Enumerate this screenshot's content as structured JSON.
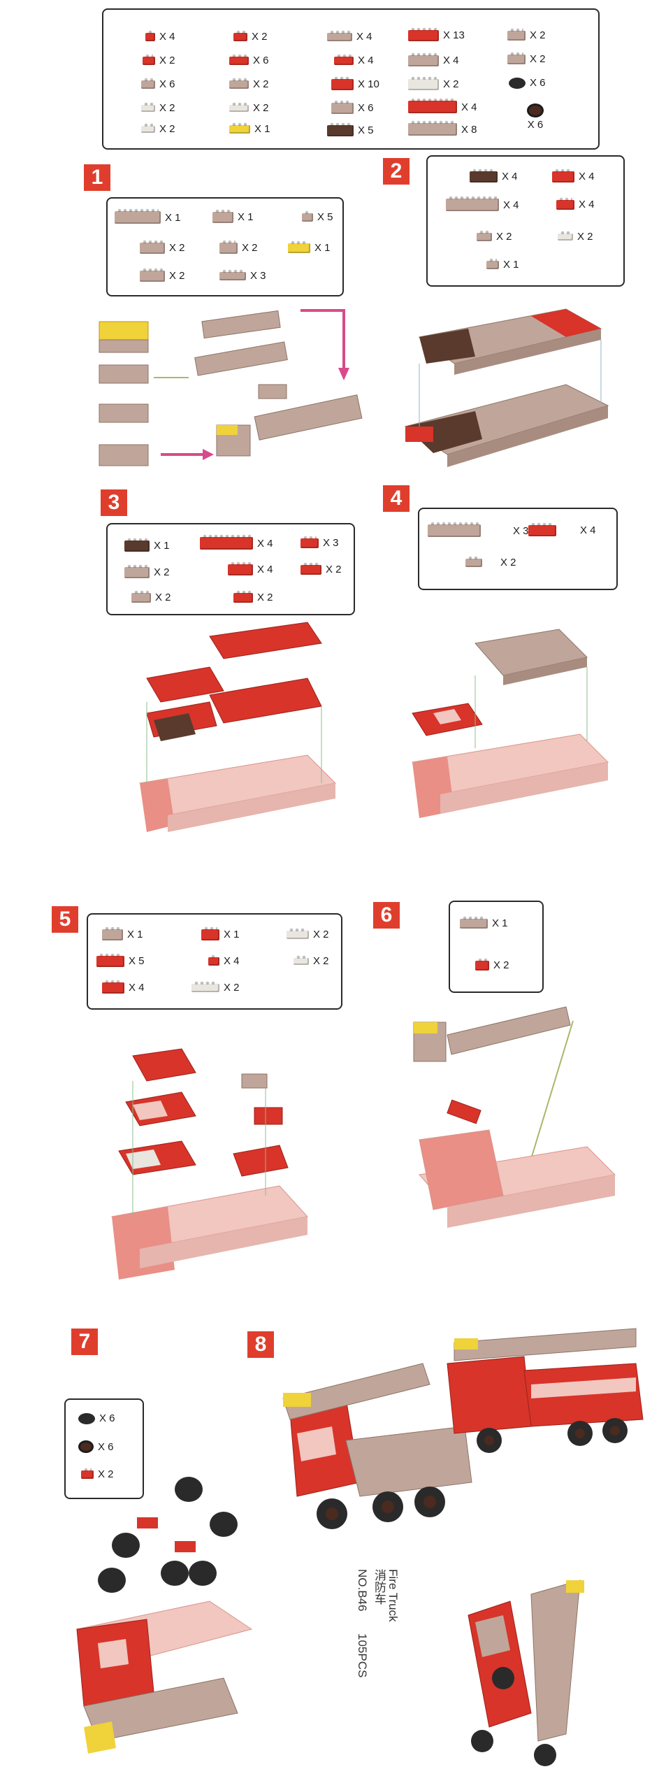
{
  "colors": {
    "red": "#d8342a",
    "tan": "#c0a69a",
    "white": "#e9e6df",
    "brown": "#5a3a2c",
    "yellow": "#f0d23a",
    "black": "#2a2a2a",
    "pink": "#e98f85",
    "accent": "#e03e2d"
  },
  "inventory": [
    {
      "qty": "X 4"
    },
    {
      "qty": "X 2"
    },
    {
      "qty": "X 6"
    },
    {
      "qty": "X 2"
    },
    {
      "qty": "X 2"
    },
    {
      "qty": "X 2"
    },
    {
      "qty": "X 6"
    },
    {
      "qty": "X 2"
    },
    {
      "qty": "X 2"
    },
    {
      "qty": "X 1"
    },
    {
      "qty": "X 4"
    },
    {
      "qty": "X 4"
    },
    {
      "qty": "X 10"
    },
    {
      "qty": "X 6"
    },
    {
      "qty": "X 5"
    },
    {
      "qty": "X 13"
    },
    {
      "qty": "X 4"
    },
    {
      "qty": "X 2"
    },
    {
      "qty": "X 4"
    },
    {
      "qty": "X 8"
    },
    {
      "qty": "X 2"
    },
    {
      "qty": "X 2"
    },
    {
      "qty": "X 6"
    },
    {
      "qty": "X 6"
    }
  ],
  "steps": [
    {
      "number": "1",
      "parts": [
        "X 1",
        "X 1",
        "X 5",
        "X 2",
        "X 2",
        "X 1",
        "X 2",
        "X 3"
      ]
    },
    {
      "number": "2",
      "parts": [
        "X 4",
        "X 4",
        "X 4",
        "X 4",
        "X 2",
        "X 2",
        "X 1"
      ]
    },
    {
      "number": "3",
      "parts": [
        "X 1",
        "X 4",
        "X 3",
        "X 2",
        "X 4",
        "X 2",
        "X 2",
        "X 2"
      ]
    },
    {
      "number": "4",
      "parts": [
        "X 3",
        "X 4",
        "X 2"
      ]
    },
    {
      "number": "5",
      "parts": [
        "X 1",
        "X 1",
        "X 2",
        "X 5",
        "X 4",
        "X 2",
        "X 4",
        "X 2"
      ]
    },
    {
      "number": "6",
      "parts": [
        "X 1",
        "X 2"
      ]
    },
    {
      "number": "7",
      "parts": [
        "X 6",
        "X 6",
        "X 2"
      ]
    },
    {
      "number": "8",
      "parts": []
    }
  ],
  "product": {
    "name_en": "Fire Truck",
    "name_cn": "消防车",
    "model": "NO.B46",
    "pieces": "105PCS"
  }
}
